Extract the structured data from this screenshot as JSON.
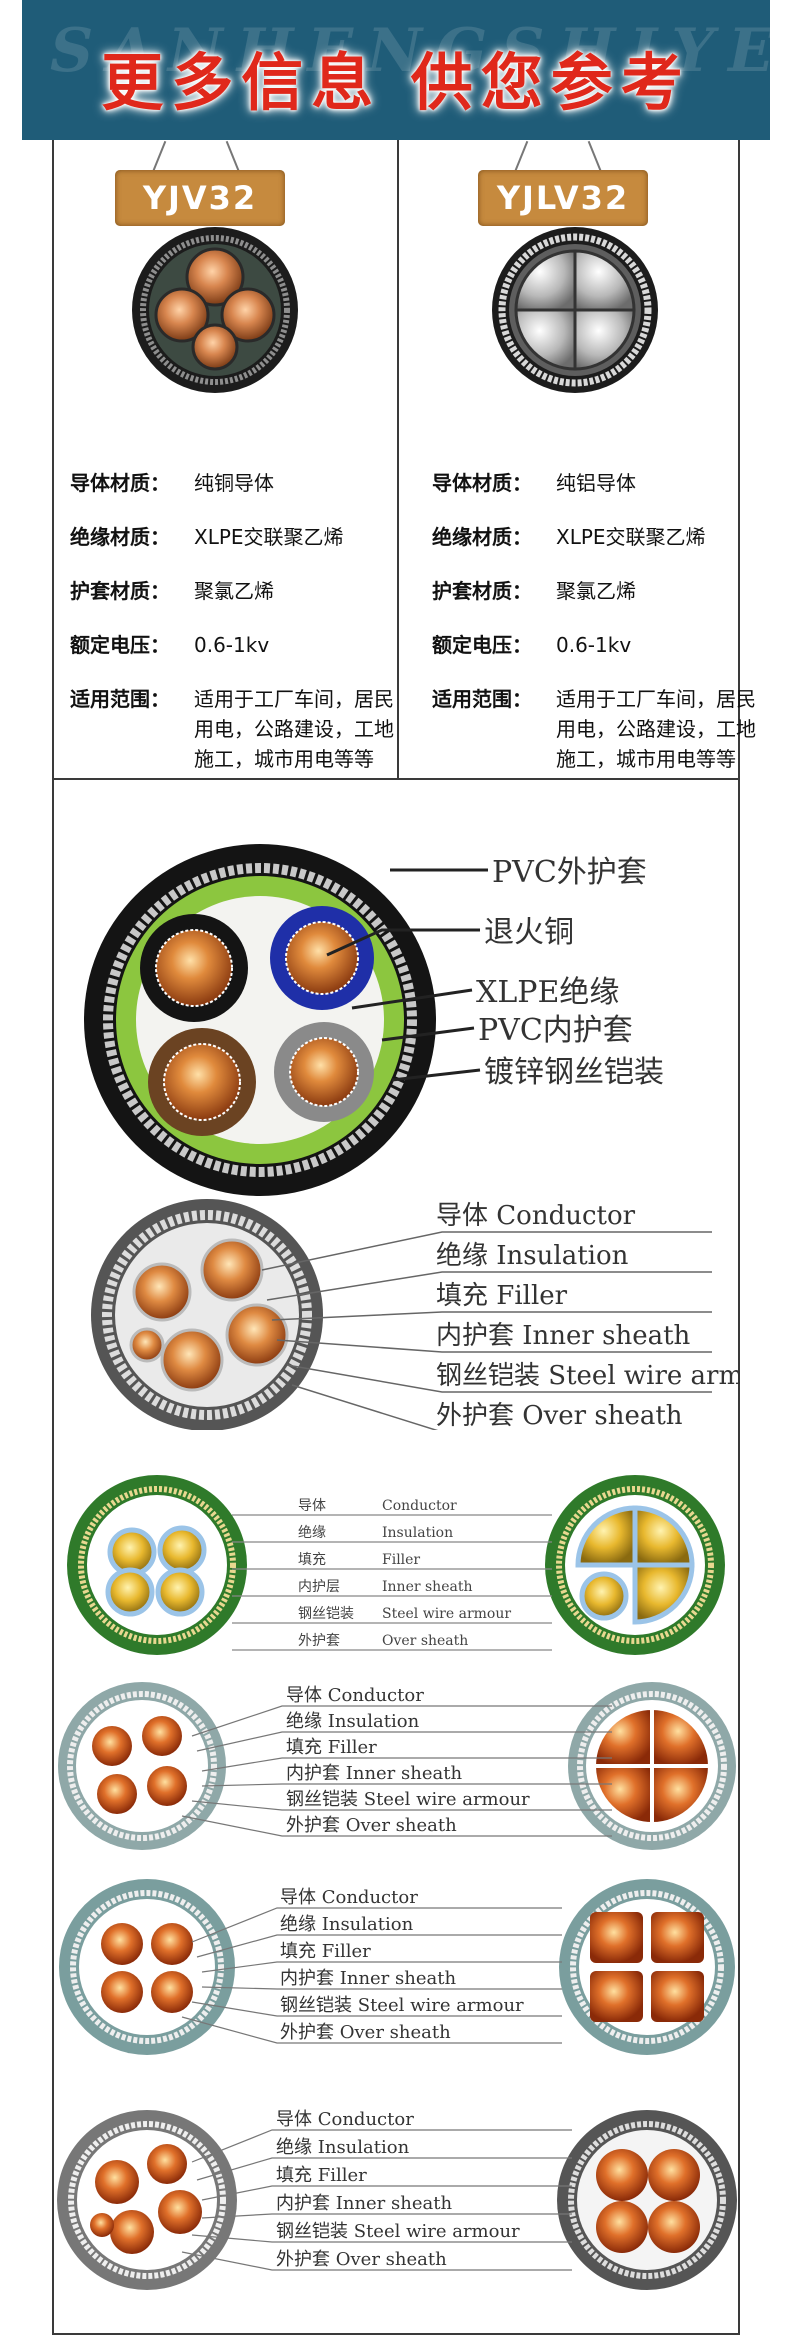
{
  "banner": {
    "title": "更多信息 供您参考",
    "watermark": "SANHENGSHIYE",
    "bg_color": "#1f5c78",
    "title_color": "#e0281b"
  },
  "products": [
    {
      "model": "YJV32",
      "type": "copper",
      "specs": [
        {
          "key": "导体材质：",
          "val": "纯铜导体"
        },
        {
          "key": "绝缘材质：",
          "val": "XLPE交联聚乙烯"
        },
        {
          "key": "护套材质：",
          "val": "聚氯乙烯"
        },
        {
          "key": "额定电压：",
          "val": "0.6-1kv"
        },
        {
          "key": "适用范围：",
          "val": "适用于工厂车间，居民用电，公路建设，工地施工，城市用电等等"
        }
      ]
    },
    {
      "model": "YJLV32",
      "type": "aluminum",
      "specs": [
        {
          "key": "导体材质：",
          "val": "纯铝导体"
        },
        {
          "key": "绝缘材质：",
          "val": "XLPE交联聚乙烯"
        },
        {
          "key": "护套材质：",
          "val": "聚氯乙烯"
        },
        {
          "key": "额定电压：",
          "val": "0.6-1kv"
        },
        {
          "key": "适用范围：",
          "val": "适用于工厂车间，居民用电，公路建设，工地施工，城市用电等等"
        }
      ]
    }
  ],
  "diagram1": {
    "labels": [
      "PVC外护套",
      "退火铜",
      "XLPE绝缘",
      "PVC内护套",
      "镀锌钢丝铠装"
    ]
  },
  "diagram2": {
    "labels": [
      {
        "cn": "导体",
        "en": "Conductor"
      },
      {
        "cn": "绝缘",
        "en": "Insulation"
      },
      {
        "cn": "填充",
        "en": "Filler"
      },
      {
        "cn": "内护套",
        "en": "Inner sheath"
      },
      {
        "cn": "钢丝铠装",
        "en": "Steel wire armour"
      },
      {
        "cn": "外护套",
        "en": "Over sheath"
      }
    ]
  },
  "diagram3": {
    "labels": [
      {
        "cn": "导体",
        "en": "Conductor"
      },
      {
        "cn": "绝缘",
        "en": "Insulation"
      },
      {
        "cn": "填充",
        "en": "Filler"
      },
      {
        "cn": "内护层",
        "en": "Inner sheath"
      },
      {
        "cn": "钢丝铠装",
        "en": "Steel wire armour"
      },
      {
        "cn": "外护套",
        "en": "Over sheath"
      }
    ]
  },
  "diagram4": {
    "labels": [
      {
        "cn": "导体",
        "en": "Conductor"
      },
      {
        "cn": "绝缘",
        "en": "Insulation"
      },
      {
        "cn": "填充",
        "en": "Filler"
      },
      {
        "cn": "内护套",
        "en": "Inner sheath"
      },
      {
        "cn": "钢丝铠装",
        "en": "Steel wire armour"
      },
      {
        "cn": "外护套",
        "en": "Over sheath"
      }
    ]
  },
  "diagram5": {
    "labels": [
      {
        "cn": "导体",
        "en": "Conductor"
      },
      {
        "cn": "绝缘",
        "en": "Insulation"
      },
      {
        "cn": "填充",
        "en": "Filler"
      },
      {
        "cn": "内护套",
        "en": "Inner sheath"
      },
      {
        "cn": "钢丝铠装",
        "en": "Steel wire armour"
      },
      {
        "cn": "外护套",
        "en": "Over sheath"
      }
    ]
  },
  "diagram6": {
    "labels": [
      {
        "cn": "导体",
        "en": "Conductor"
      },
      {
        "cn": "绝缘",
        "en": "Insulation"
      },
      {
        "cn": "填充",
        "en": "Filler"
      },
      {
        "cn": "内护套",
        "en": "Inner sheath"
      },
      {
        "cn": "钢丝铠装",
        "en": "Steel wire armour"
      },
      {
        "cn": "外护套",
        "en": "Over sheath"
      }
    ]
  }
}
